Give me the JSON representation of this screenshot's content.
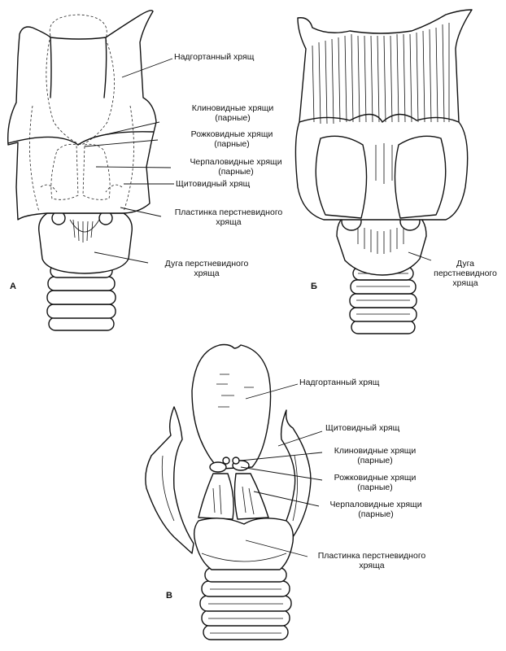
{
  "panels": {
    "a": {
      "letter": "А",
      "labels": {
        "epiglottic": "Надгортанный хрящ",
        "cuneiform_1": "Клиновидные хрящи",
        "cuneiform_2": "(парные)",
        "corniculate_1": "Рожковидные хрящи",
        "corniculate_2": "(парные)",
        "arytenoid_1": "Черпаловидные хрящи",
        "arytenoid_2": "(парные)",
        "thyroid": "Щитовидный хрящ",
        "cricoid_lamina_1": "Пластинка перстневидного",
        "cricoid_lamina_2": "хряща",
        "cricoid_arch_1": "Дуга перстневидного",
        "cricoid_arch_2": "хряща"
      }
    },
    "b": {
      "letter": "Б",
      "labels": {
        "cricoid_arch_1": "Дуга",
        "cricoid_arch_2": "перстневидного",
        "cricoid_arch_3": "хряща"
      }
    },
    "c": {
      "letter": "В",
      "labels": {
        "epiglottic": "Надгортанный хрящ",
        "thyroid": "Щитовидный хрящ",
        "cuneiform_1": "Клиновидные хрящи",
        "cuneiform_2": "(парные)",
        "corniculate_1": "Рожковидные хрящи",
        "corniculate_2": "(парные)",
        "arytenoid_1": "Черпаловидные хрящи",
        "arytenoid_2": "(парные)",
        "cricoid_lamina_1": "Пластинка перстневидного",
        "cricoid_lamina_2": "хряща"
      }
    }
  }
}
